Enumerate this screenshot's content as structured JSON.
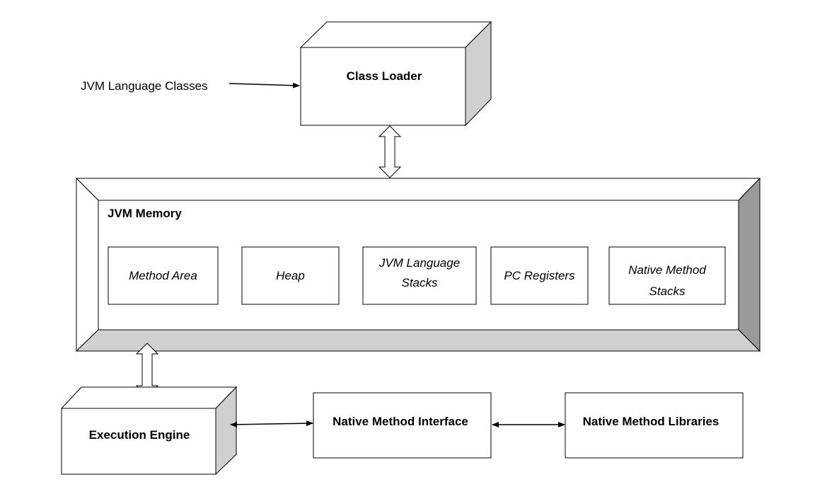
{
  "input_label": "JVM Language Classes",
  "class_loader": {
    "label": "Class Loader"
  },
  "jvm_memory": {
    "title": "JVM Memory",
    "areas": [
      {
        "lines": [
          "Method Area"
        ]
      },
      {
        "lines": [
          "Heap"
        ]
      },
      {
        "lines": [
          "JVM Language",
          "Stacks"
        ]
      },
      {
        "lines": [
          "PC Registers"
        ]
      },
      {
        "lines": [
          "Native Method",
          "Stacks"
        ]
      }
    ]
  },
  "execution_engine": {
    "label": "Execution Engine"
  },
  "native_method_interface": {
    "label": "Native Method Interface"
  },
  "native_method_libraries": {
    "label": "Native Method Libraries"
  },
  "colors": {
    "shade": "#d0d0d0",
    "line": "#000000",
    "fill": "#ffffff"
  }
}
